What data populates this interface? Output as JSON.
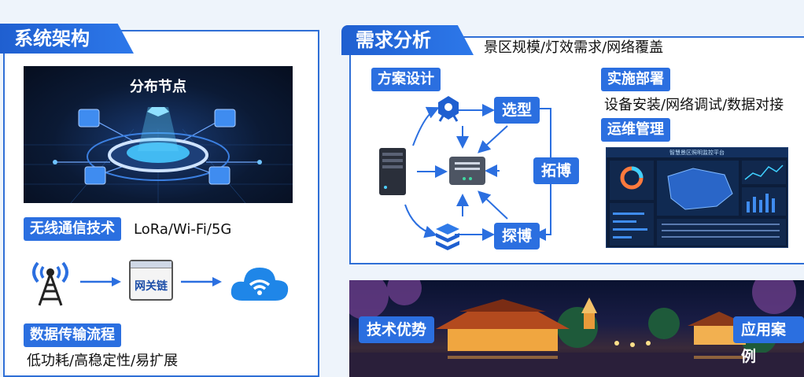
{
  "left": {
    "header": "系统架构",
    "scene_label": "分布节点",
    "wireless": {
      "tag": "无线通信技术",
      "text": "LoRa/Wi-Fi/5G"
    },
    "gateway_label": "网关链",
    "flow": {
      "tag": "数据传输流程",
      "text": "低功耗/高稳定性/易扩展"
    }
  },
  "right": {
    "header": "需求分析",
    "header_text": "景区规模/灯效需求/网络覆盖",
    "design_tag": "方案设计",
    "nodes": {
      "select": "选型",
      "topology": "拓博",
      "probe": "探博"
    },
    "impl": {
      "tag": "实施部署",
      "text": "设备安装/网络调试/数据对接"
    },
    "ops": {
      "tag": "运维管理"
    },
    "dashboard_title": "智慧景区照明监控平台"
  },
  "bottom": {
    "advantage_tag": "技术优势",
    "case_tag": "应用案例"
  },
  "colors": {
    "accent": "#2b6fe0",
    "border": "#2f6fd6"
  }
}
